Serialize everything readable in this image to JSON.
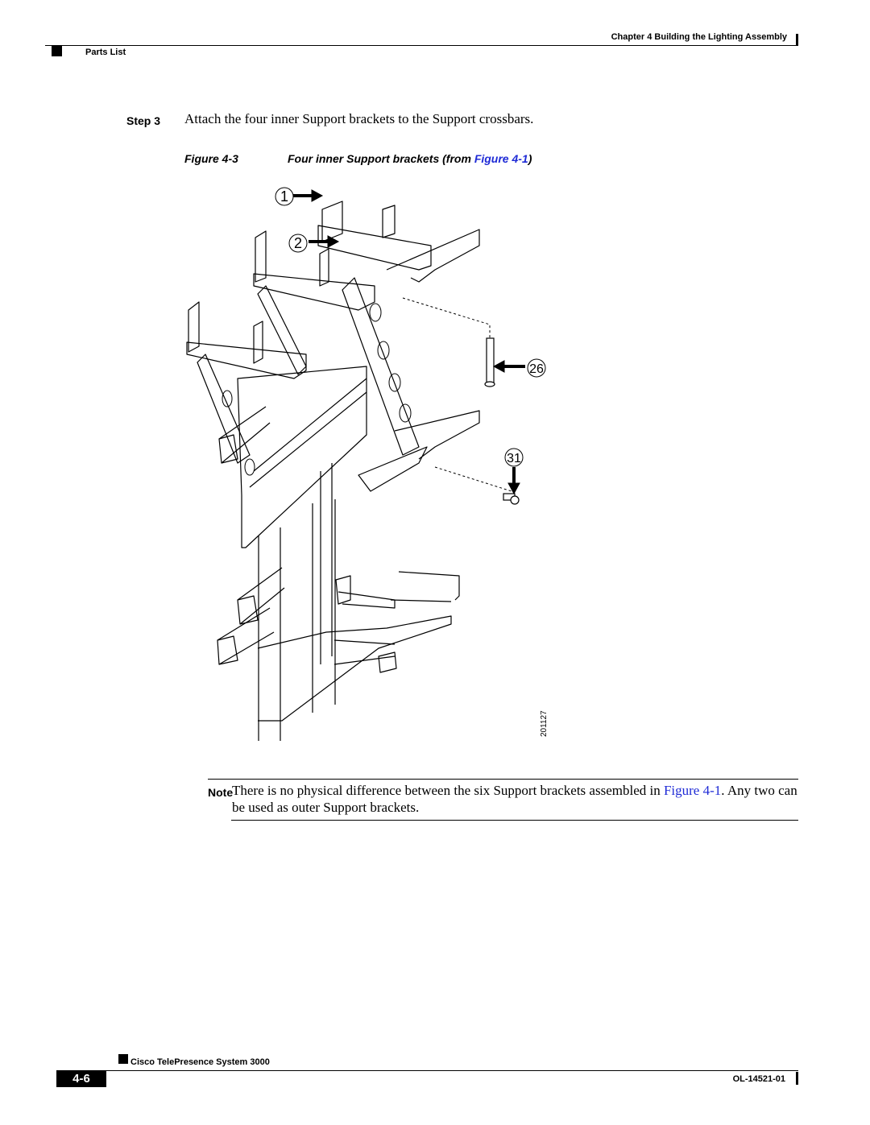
{
  "header": {
    "chapter": "Chapter 4      Building the Lighting Assembly",
    "section": "Parts List"
  },
  "step": {
    "label": "Step 3",
    "text": "Attach the four inner Support brackets to the Support crossbars."
  },
  "figure": {
    "label": "Figure 4-3",
    "title_prefix": "Four inner Support brackets (from ",
    "title_link": "Figure 4-1",
    "title_suffix": ")",
    "callouts": [
      "1",
      "2",
      "26",
      "31"
    ],
    "figure_id": "201127"
  },
  "note": {
    "label": "Note",
    "text_before": "There is no physical difference between the six Support brackets assembled in ",
    "link": "Figure 4-1",
    "text_after": ". Any two can be used as outer Support brackets."
  },
  "footer": {
    "title": "Cisco TelePresence System 3000",
    "page": "4-6",
    "doc_number": "OL-14521-01"
  },
  "colors": {
    "link": "#1f2bd6",
    "ink": "#000000"
  }
}
